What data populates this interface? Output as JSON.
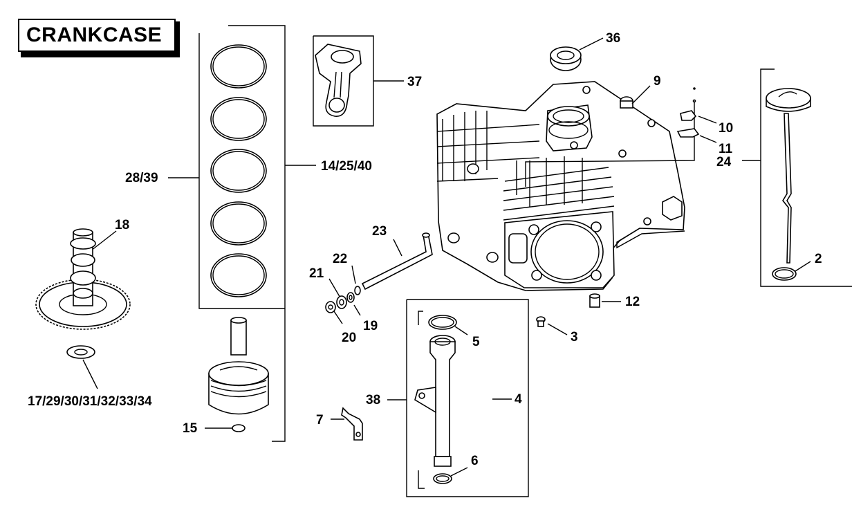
{
  "title": "CRANKCASE",
  "callouts": {
    "c36": "36",
    "c37": "37",
    "c9": "9",
    "c10": "10",
    "c11": "11",
    "c24": "24",
    "c2": "2",
    "c28_39": "28/39",
    "c14_25_40": "14/25/40",
    "c18": "18",
    "c23": "23",
    "c22": "22",
    "c21": "21",
    "c19": "19",
    "c20": "20",
    "c12": "12",
    "c5": "5",
    "c3": "3",
    "c17_34": "17/29/30/31/32/33/34",
    "c38": "38",
    "c4": "4",
    "c7": "7",
    "c15": "15",
    "c6": "6"
  }
}
